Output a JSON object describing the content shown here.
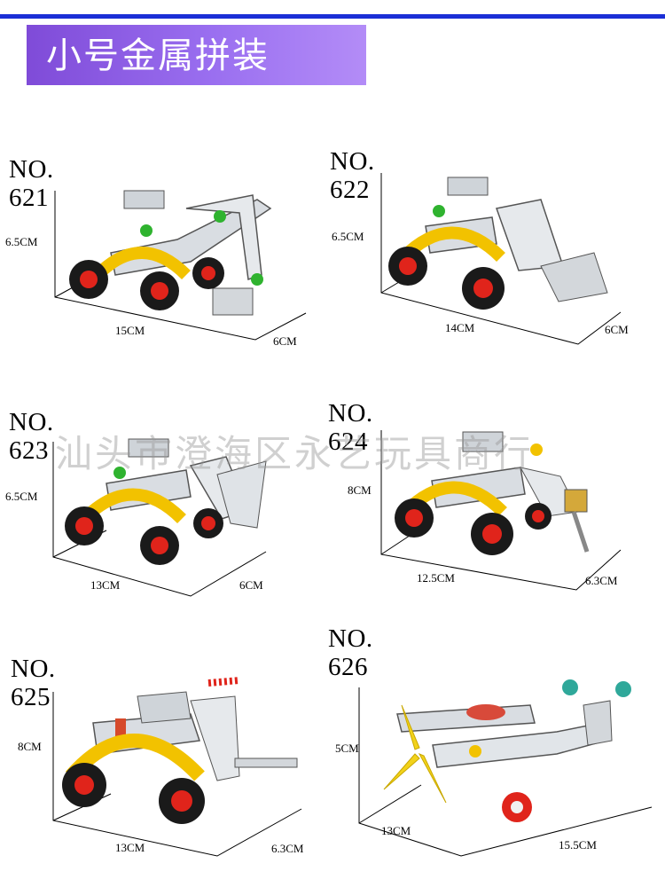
{
  "title": "小号金属拼装",
  "watermark": "汕头市澄海区永艺玩具商行",
  "products": [
    {
      "model": "NO. 621",
      "height": "6.5CM",
      "length": "15CM",
      "width": "6CM"
    },
    {
      "model": "NO. 622",
      "height": "6.5CM",
      "length": "14CM",
      "width": "6CM"
    },
    {
      "model": "NO. 623",
      "height": "6.5CM",
      "length": "13CM",
      "width": "6CM"
    },
    {
      "model": "NO. 624",
      "height": "8CM",
      "length": "12.5CM",
      "width": "6.3CM"
    },
    {
      "model": "NO. 625",
      "height": "8CM",
      "length": "13CM",
      "width": "6.3CM"
    },
    {
      "model": "NO. 626",
      "height": "5CM",
      "length": "15.5CM",
      "width": "13CM"
    }
  ],
  "colors": {
    "accent_line": "#1b2fd6",
    "banner": "#8a5ce6",
    "wheel": "#e0241b",
    "frame": "#f2c200"
  }
}
